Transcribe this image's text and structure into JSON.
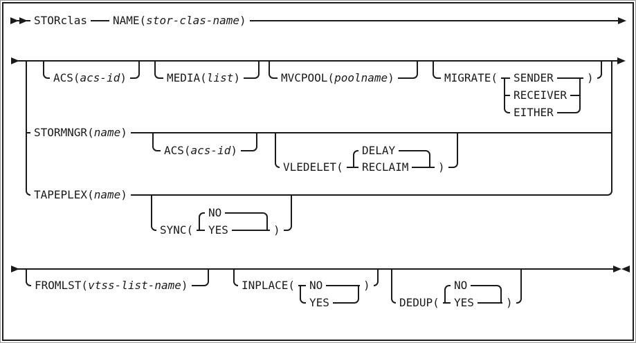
{
  "command": "STORclas",
  "icons": {
    "start": "double-right-arrow",
    "row_continue": "right-arrow",
    "end": "right-left-arrow-pair"
  },
  "colors": {
    "line": "#1a1a1a",
    "background": "#ffffff",
    "frame": "#1c1c1c"
  },
  "row1": {
    "keyword": "STORclas",
    "name": {
      "kw": "NAME(",
      "arg": "stor-clas-name",
      "close": ")"
    }
  },
  "options_group": {
    "acs": {
      "kw": "ACS(",
      "arg": "acs-id",
      "close": ")"
    },
    "media": {
      "kw": "MEDIA(",
      "arg": "list",
      "close": ")"
    },
    "mvcpool": {
      "kw": "MVCPOOL(",
      "arg": "poolname",
      "close": ")"
    },
    "migrate": {
      "kw": "MIGRATE(",
      "options": [
        "SENDER",
        "RECEIVER",
        "EITHER"
      ],
      "close": ")"
    }
  },
  "stormngr_branch": {
    "stormngr": {
      "kw": "STORMNGR(",
      "arg": "name",
      "close": ")"
    },
    "acs": {
      "kw": "ACS(",
      "arg": "acs-id",
      "close": ")"
    },
    "vledelet": {
      "kw": "VLEDELET(",
      "default": "DELAY",
      "alt": "RECLAIM",
      "close": ")"
    }
  },
  "tapeplex_branch": {
    "tapeplex": {
      "kw": "TAPEPLEX(",
      "arg": "name",
      "close": ")"
    },
    "sync": {
      "kw": "SYNC(",
      "default": "NO",
      "alt": "YES",
      "close": ")"
    }
  },
  "row3": {
    "fromlst": {
      "kw": "FROMLST(",
      "arg": "vtss-list-name",
      "close": ")"
    },
    "inplace": {
      "kw": "INPLACE(",
      "default": "NO",
      "alt": "YES",
      "close": ")"
    },
    "dedup": {
      "kw": "DEDUP(",
      "default": "NO",
      "alt": "YES",
      "close": ")"
    }
  }
}
